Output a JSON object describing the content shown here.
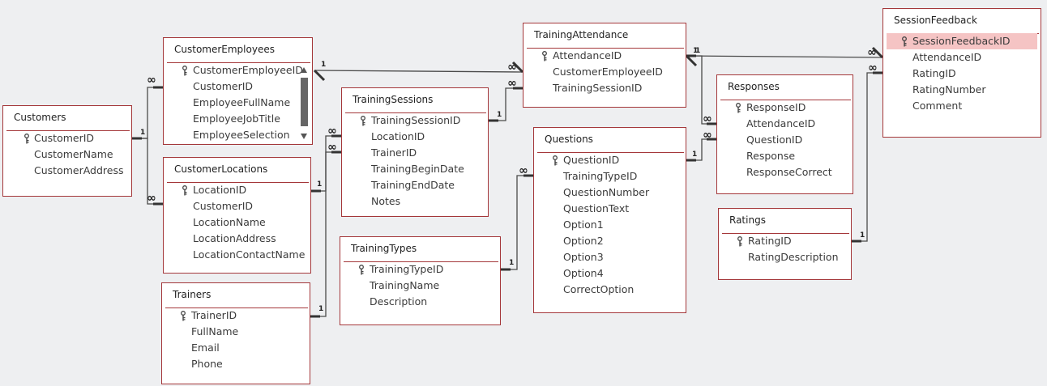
{
  "diagram": {
    "tables": [
      {
        "id": "customers",
        "title": "Customers",
        "fields": [
          {
            "name": "CustomerID",
            "key": true
          },
          {
            "name": "CustomerName",
            "key": false
          },
          {
            "name": "CustomerAddress",
            "key": false
          }
        ]
      },
      {
        "id": "customer_employees",
        "title": "CustomerEmployees",
        "fields": [
          {
            "name": "CustomerEmployeeID",
            "key": true
          },
          {
            "name": "CustomerID",
            "key": false
          },
          {
            "name": "EmployeeFullName",
            "key": false
          },
          {
            "name": "EmployeeJobTitle",
            "key": false
          },
          {
            "name": "EmployeeSelection",
            "key": false
          }
        ]
      },
      {
        "id": "customer_locations",
        "title": "CustomerLocations",
        "fields": [
          {
            "name": "LocationID",
            "key": true
          },
          {
            "name": "CustomerID",
            "key": false
          },
          {
            "name": "LocationName",
            "key": false
          },
          {
            "name": "LocationAddress",
            "key": false
          },
          {
            "name": "LocationContactName",
            "key": false
          }
        ]
      },
      {
        "id": "trainers",
        "title": "Trainers",
        "fields": [
          {
            "name": "TrainerID",
            "key": true
          },
          {
            "name": "FullName",
            "key": false
          },
          {
            "name": "Email",
            "key": false
          },
          {
            "name": "Phone",
            "key": false
          }
        ]
      },
      {
        "id": "training_sessions",
        "title": "TrainingSessions",
        "fields": [
          {
            "name": "TrainingSessionID",
            "key": true
          },
          {
            "name": "LocationID",
            "key": false
          },
          {
            "name": "TrainerID",
            "key": false
          },
          {
            "name": "TrainingBeginDate",
            "key": false
          },
          {
            "name": "TrainingEndDate",
            "key": false
          },
          {
            "name": "Notes",
            "key": false
          }
        ]
      },
      {
        "id": "training_types",
        "title": "TrainingTypes",
        "fields": [
          {
            "name": "TrainingTypeID",
            "key": true
          },
          {
            "name": "TrainingName",
            "key": false
          },
          {
            "name": "Description",
            "key": false
          }
        ]
      },
      {
        "id": "training_attendance",
        "title": "TrainingAttendance",
        "fields": [
          {
            "name": "AttendanceID",
            "key": true
          },
          {
            "name": "CustomerEmployeeID",
            "key": false
          },
          {
            "name": "TrainingSessionID",
            "key": false
          }
        ]
      },
      {
        "id": "questions",
        "title": "Questions",
        "fields": [
          {
            "name": "QuestionID",
            "key": true
          },
          {
            "name": "TrainingTypeID",
            "key": false
          },
          {
            "name": "QuestionNumber",
            "key": false
          },
          {
            "name": "QuestionText",
            "key": false
          },
          {
            "name": "Option1",
            "key": false
          },
          {
            "name": "Option2",
            "key": false
          },
          {
            "name": "Option3",
            "key": false
          },
          {
            "name": "Option4",
            "key": false
          },
          {
            "name": "CorrectOption",
            "key": false
          }
        ]
      },
      {
        "id": "responses",
        "title": "Responses",
        "fields": [
          {
            "name": "ResponseID",
            "key": true
          },
          {
            "name": "AttendanceID",
            "key": false
          },
          {
            "name": "QuestionID",
            "key": false
          },
          {
            "name": "Response",
            "key": false
          },
          {
            "name": "ResponseCorrect",
            "key": false
          }
        ]
      },
      {
        "id": "ratings",
        "title": "Ratings",
        "fields": [
          {
            "name": "RatingID",
            "key": true
          },
          {
            "name": "RatingDescription",
            "key": false
          }
        ]
      },
      {
        "id": "session_feedback",
        "title": "SessionFeedback",
        "fields": [
          {
            "name": "SessionFeedbackID",
            "key": true,
            "selected": true
          },
          {
            "name": "AttendanceID",
            "key": false
          },
          {
            "name": "RatingID",
            "key": false
          },
          {
            "name": "RatingNumber",
            "key": false
          },
          {
            "name": "Comment",
            "key": false
          }
        ]
      }
    ],
    "relationships": [
      {
        "one": "Customers",
        "many": "CustomerEmployees",
        "one_label": "1",
        "many_label": "∞"
      },
      {
        "one": "Customers",
        "many": "CustomerLocations",
        "one_label": "1",
        "many_label": "∞"
      },
      {
        "one": "CustomerEmployees",
        "many": "TrainingAttendance",
        "one_label": "1",
        "many_label": "∞"
      },
      {
        "one": "CustomerLocations",
        "many": "TrainingSessions",
        "one_label": "1",
        "many_label": "∞"
      },
      {
        "one": "Trainers",
        "many": "TrainingSessions",
        "one_label": "1",
        "many_label": "∞"
      },
      {
        "one": "TrainingSessions",
        "many": "TrainingAttendance",
        "one_label": "1",
        "many_label": "∞"
      },
      {
        "one": "TrainingTypes",
        "many": "Questions",
        "one_label": "1",
        "many_label": "∞"
      },
      {
        "one": "TrainingAttendance",
        "many": "SessionFeedback",
        "one_label": "1",
        "many_label": "∞"
      },
      {
        "one": "TrainingAttendance",
        "many": "Responses",
        "one_label": "1",
        "many_label": "∞"
      },
      {
        "one": "Questions",
        "many": "Responses",
        "one_label": "1",
        "many_label": "∞"
      },
      {
        "one": "Ratings",
        "many": "SessionFeedback",
        "one_label": "1",
        "many_label": "∞"
      }
    ],
    "colors": {
      "background": "#eeeff1",
      "table_border": "#a4373a",
      "line": "#4a4a4a",
      "selected_row": "#f5c4c4",
      "text": "#3b3b3b"
    },
    "icons": {
      "primary_key": "key-icon",
      "scroll_up": "scroll-up-arrow-icon",
      "scroll_down": "scroll-down-arrow-icon"
    }
  }
}
